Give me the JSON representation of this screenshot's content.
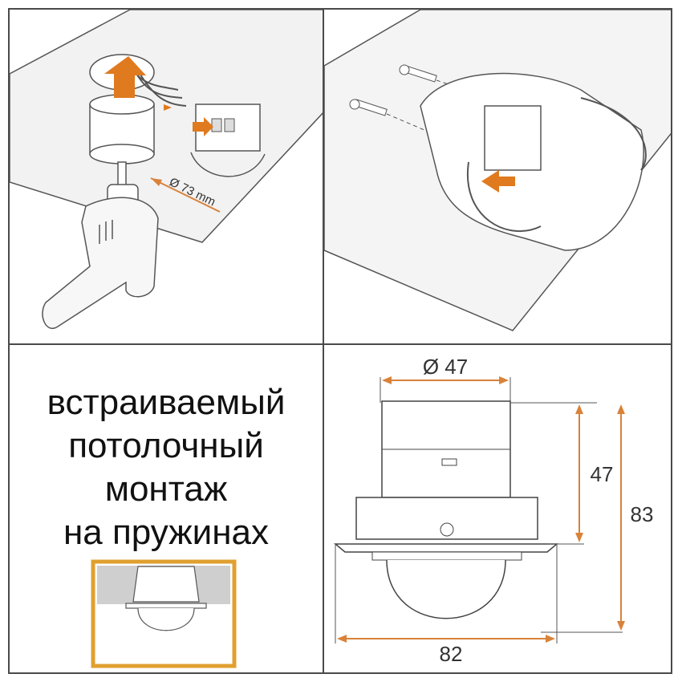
{
  "drill_panel": {
    "hole_size_label": "Ø 73 mm"
  },
  "caption": {
    "line1": "встраиваемый",
    "line2": "потолочный",
    "line3": "монтаж",
    "line4": "на пружинах"
  },
  "dimensions": {
    "top_diameter": "Ø 47",
    "body_height": "47",
    "total_height": "83",
    "flange_width": "82"
  },
  "colors": {
    "accent_arrow": "#e07a1f",
    "dimension_line": "#d9823a",
    "frame_border": "#e0a030",
    "line": "#4a4a4a"
  }
}
